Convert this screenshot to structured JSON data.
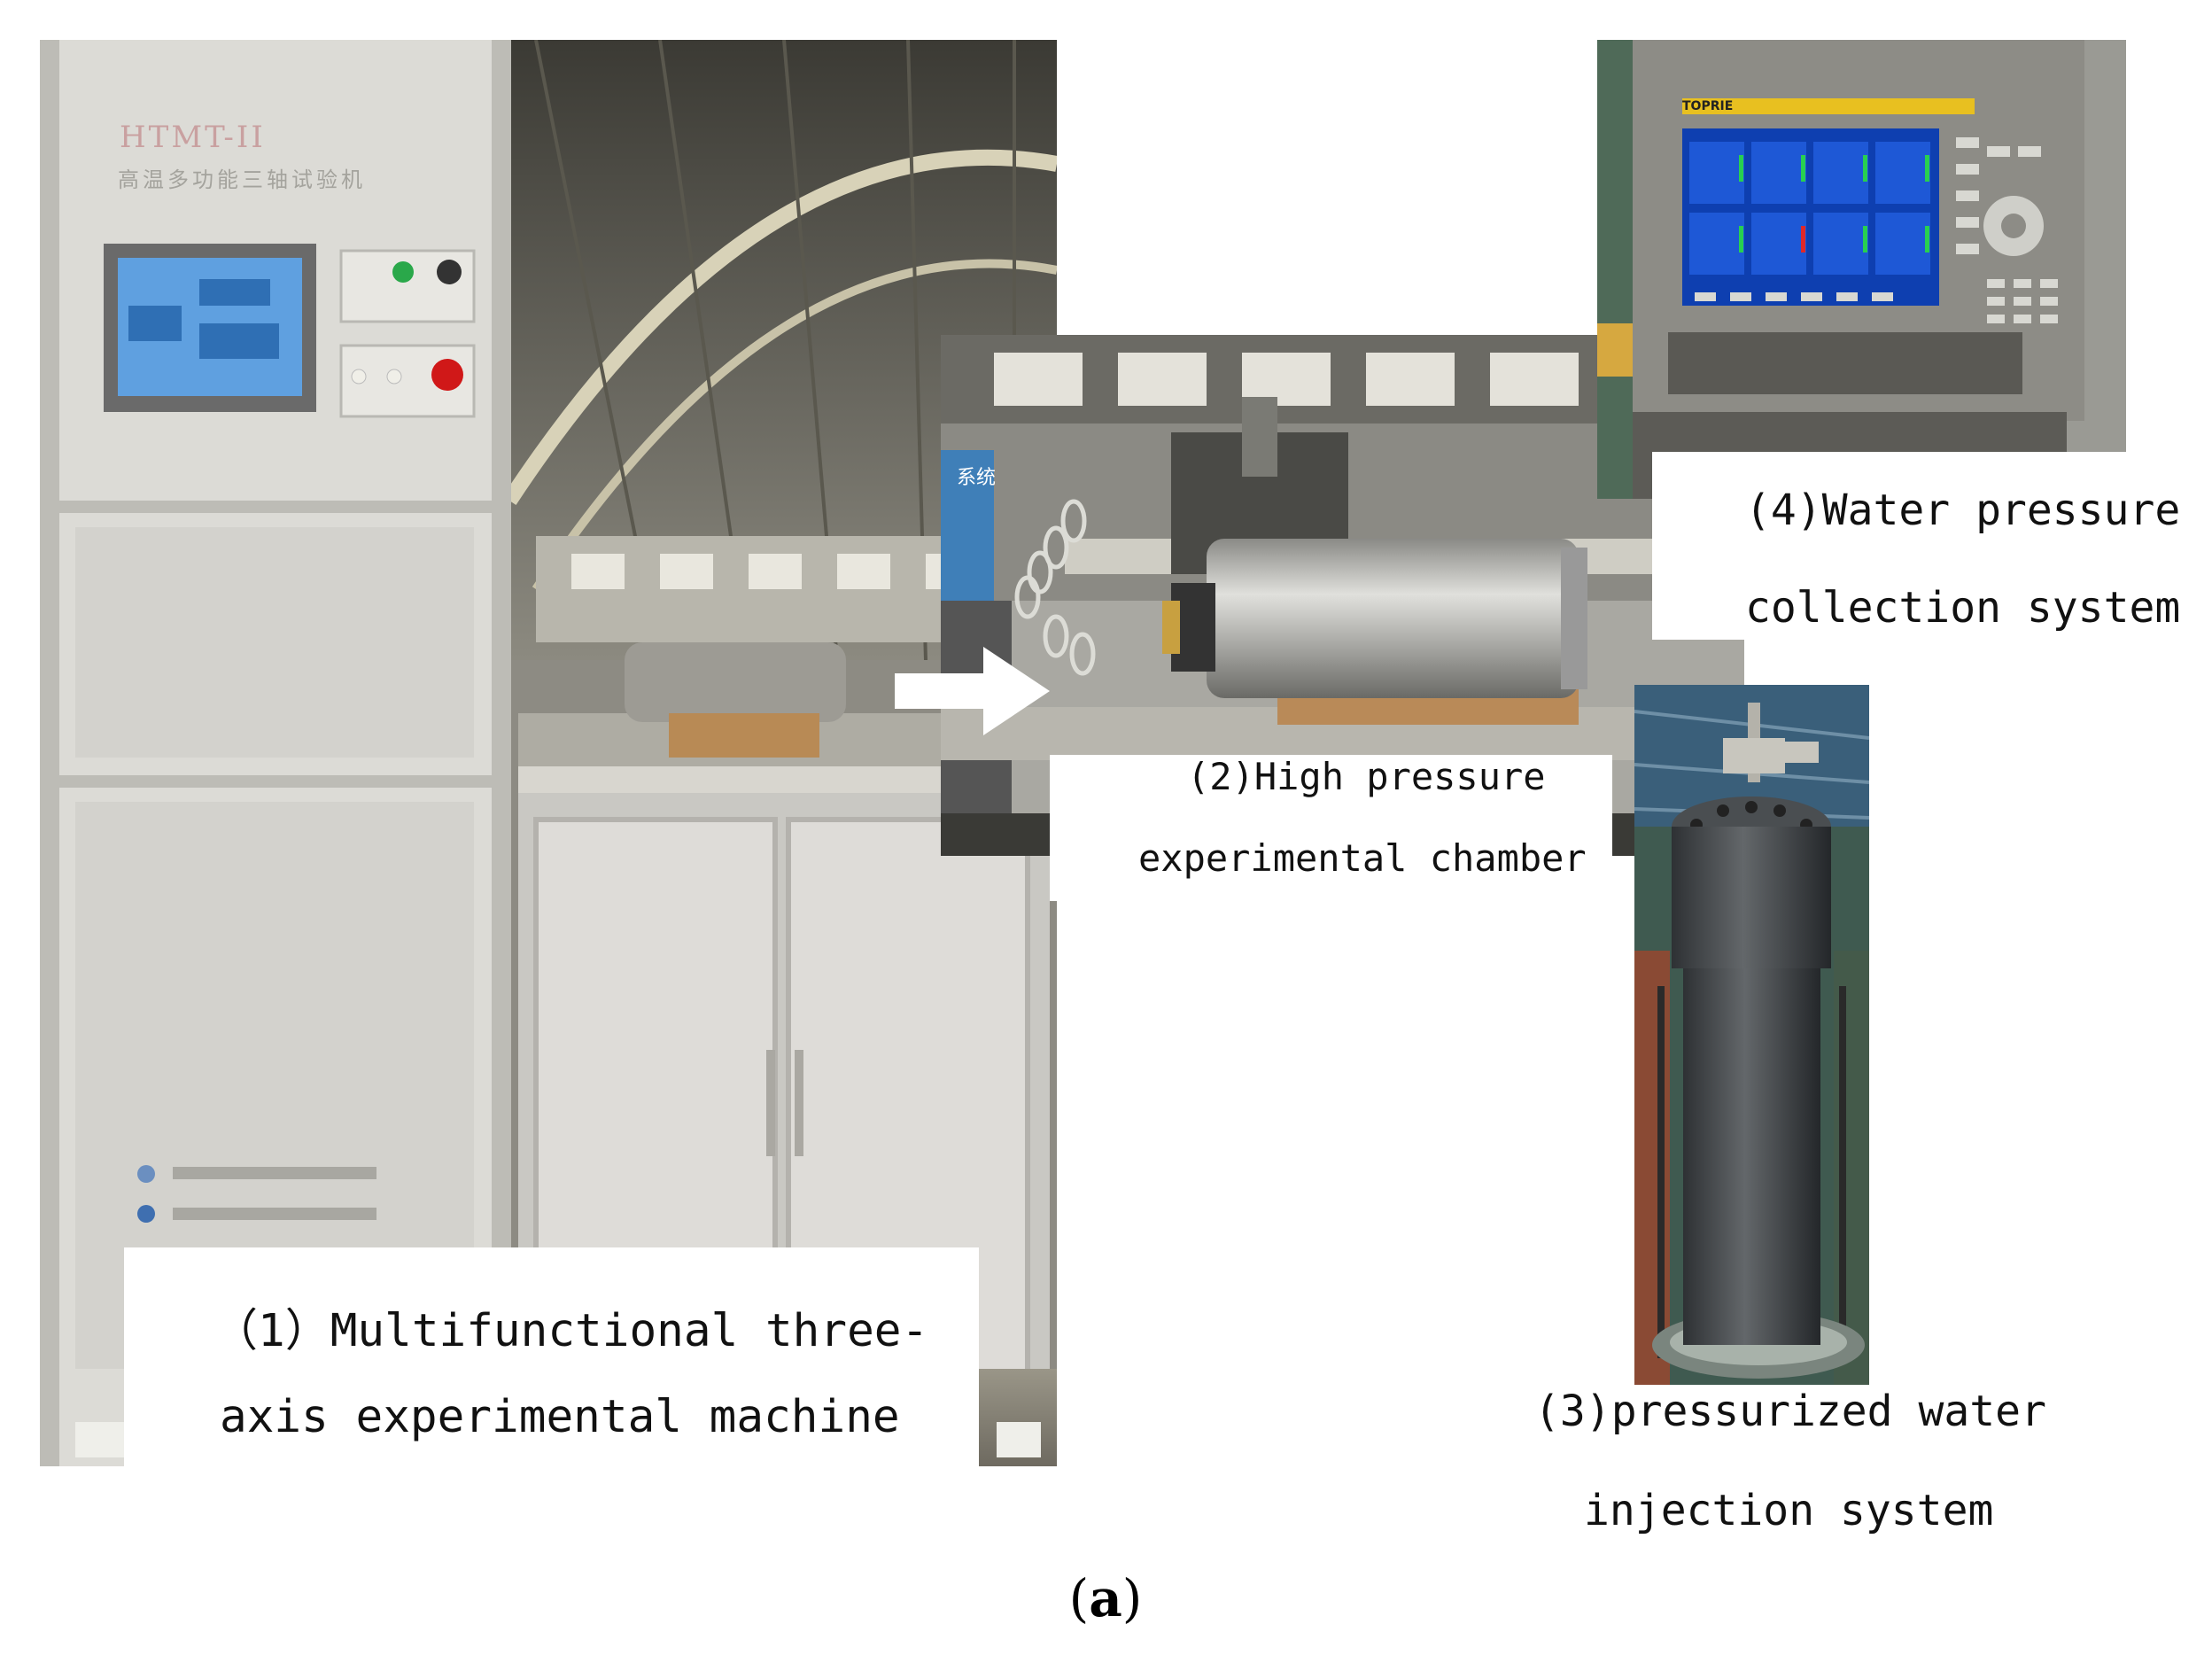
{
  "photo1": {
    "machine_model": "HTMT-II",
    "machine_subtitle": "高温多功能三轴试验机",
    "label_line1": "（1）Multifunctional three-",
    "label_line2": "axis experimental machine"
  },
  "photo2": {
    "sign": "系统",
    "label_line1": "(2)High pressure",
    "label_line2": "experimental chamber"
  },
  "photo3": {
    "label_line1": "(3)pressurized water",
    "label_line2": "injection system"
  },
  "photo4": {
    "brand": "TOPRIE",
    "label_line1": "(4)Water pressure",
    "label_line2": "collection system"
  },
  "caption": {
    "open": "(",
    "letter": "a",
    "close": ")"
  }
}
